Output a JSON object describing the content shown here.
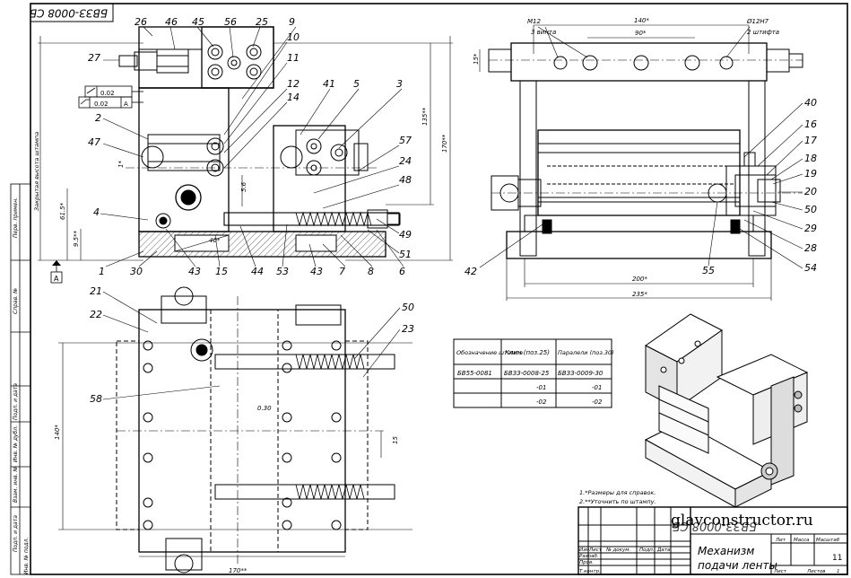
{
  "drawing": {
    "designation_rotated": "БВЗЗ-0008 СБ",
    "designation_bottom": "БВЗЗ-0008 СБ",
    "title_line1": "Механизм",
    "title_line2": "подачи ленты",
    "sheet_number": "11",
    "watermark": "glavconstructor.ru",
    "notes": [
      "1.*Размеры для справок.",
      "2.**Уточнить по штампу."
    ]
  },
  "title_block": {
    "col_izm": "Изм",
    "col_list": "Лист",
    "col_doc": "№ докум.",
    "col_sign": "Подп.",
    "col_date": "Дата",
    "row_razrab": "Разраб.",
    "row_prov": "Пров.",
    "row_tkontr": "Т.контр.",
    "lit": "Лит",
    "massa": "Масса",
    "masshtab": "Масштаб",
    "list": "Лист",
    "listov": "Листов",
    "listov_value": "1"
  },
  "side_strip": {
    "perv_primen": "Перв. примен.",
    "sprav_no": "Справ. №",
    "podp_data_1": "Подп. и дата",
    "inv_dubl": "Инв. № дубл.",
    "vzam_inv": "Взам. инв. №",
    "podp_data_2": "Подп. и дата",
    "inv_podl": "Инв. № подл."
  },
  "table": {
    "headers": [
      "Обозначение штампа",
      "Клин (поз.25)",
      "Паралели (поз.30)"
    ],
    "rows": [
      [
        "БВ55-0081",
        "БВЗЗ-0008-25",
        "БВЗЗ-0009-30"
      ],
      [
        "",
        "-01",
        "-01"
      ],
      [
        "",
        "-02",
        "-02"
      ]
    ]
  },
  "tolerance": {
    "v1": "0.02",
    "v2": "0.02",
    "datum": "A",
    "datum_marker": "A"
  },
  "dims": {
    "d140_top": "140*",
    "d90": "90*",
    "d15_top": "15*",
    "m12": "M12",
    "m12_note": "3 винта",
    "d12": "Ø12H7",
    "d12_note": "2 штифта",
    "d135": "135**",
    "d170_right": "170**",
    "d200": "200*",
    "d235": "235*",
    "d615": "61.5*",
    "d95": "9.5**",
    "d40": "40*",
    "d56": "5.6",
    "d1": "1*",
    "zakr_label": "Закрытая высота штампа",
    "d140_left": "140*",
    "d030": "0.30",
    "d15_plan": "15",
    "d170_bottom": "170**"
  },
  "balloons": {
    "front": [
      "26",
      "46",
      "45",
      "56",
      "25",
      "9",
      "10",
      "11",
      "12",
      "14",
      "41",
      "5",
      "3",
      "57",
      "24",
      "48",
      "49",
      "51",
      "27",
      "2",
      "47",
      "4",
      "1",
      "30",
      "43",
      "15",
      "44",
      "53",
      "43",
      "7",
      "8",
      "6"
    ],
    "right": [
      "40",
      "16",
      "17",
      "18",
      "19",
      "20",
      "50",
      "29",
      "28",
      "54",
      "55",
      "42"
    ],
    "plan": [
      "21",
      "22",
      "58",
      "50",
      "23"
    ]
  }
}
